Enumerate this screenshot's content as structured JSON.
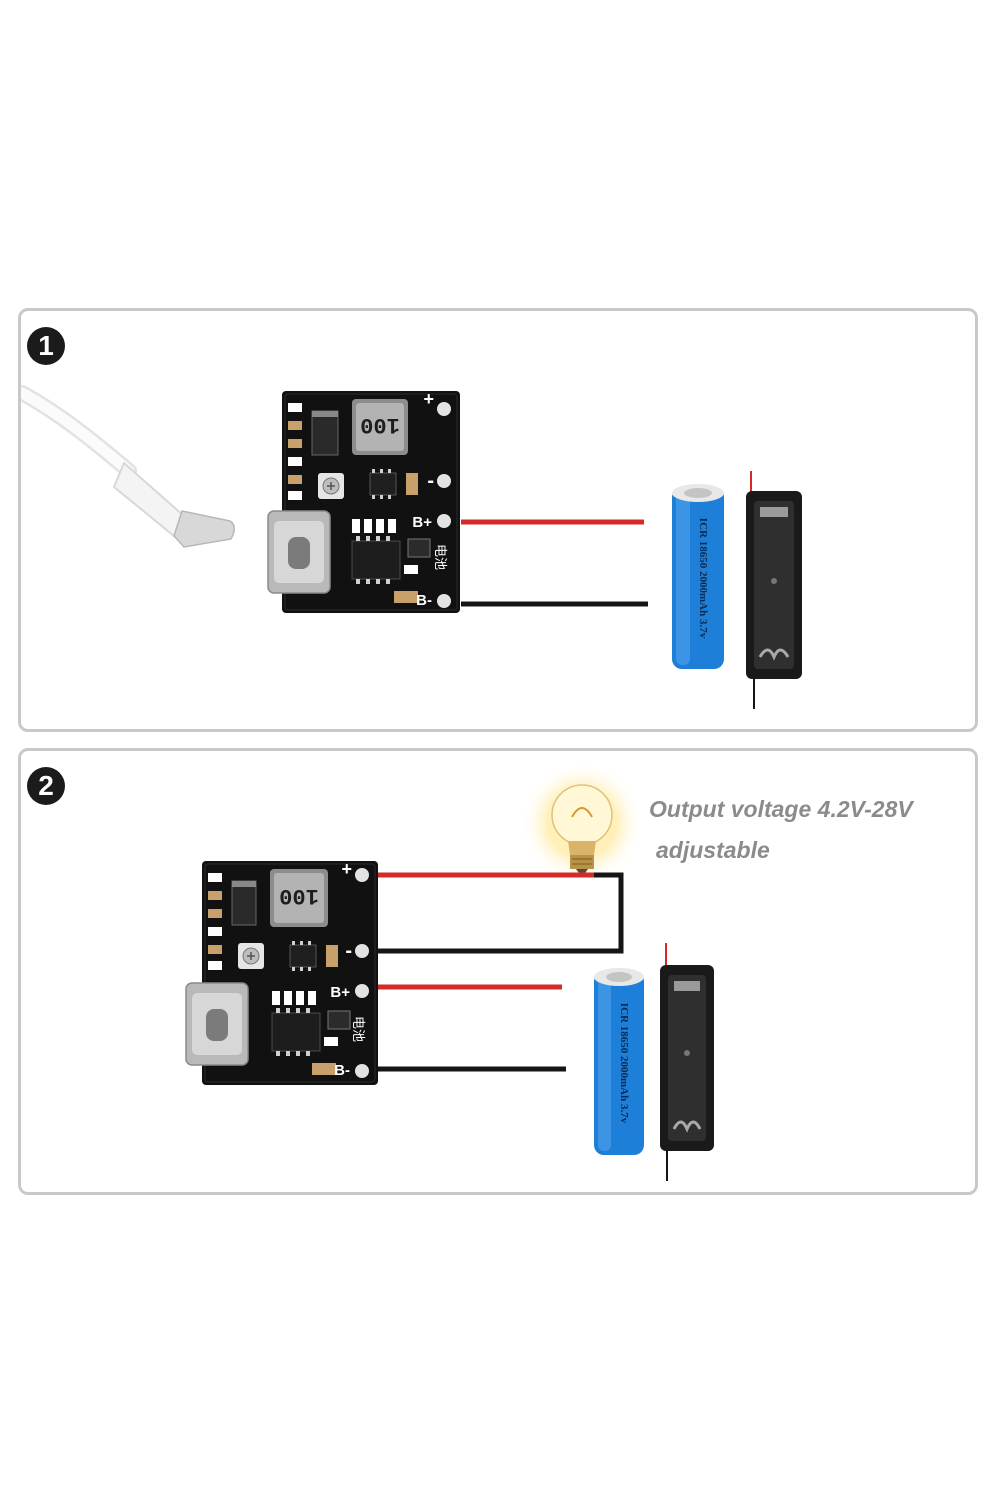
{
  "steps": [
    {
      "number": "1",
      "board": {
        "inductor_marking": "100",
        "pad_labels": [
          "+",
          "-",
          "B+",
          "B-"
        ],
        "silk_label": "电池"
      },
      "battery": {
        "label": "ICR 18650 2000mAh 3.7v"
      },
      "wire_colors": {
        "positive": "#d42a2a",
        "negative": "#151515"
      }
    },
    {
      "number": "2",
      "board": {
        "inductor_marking": "100",
        "pad_labels": [
          "+",
          "-",
          "B+",
          "B-"
        ],
        "silk_label": "电池"
      },
      "battery": {
        "label": "ICR 18650 2000mAh 3.7v"
      },
      "caption": {
        "line1": "Output voltage 4.2V-28V",
        "line2": "adjustable"
      },
      "wire_colors": {
        "positive": "#d42a2a",
        "negative": "#151515"
      }
    }
  ],
  "icons": [
    "usb-c-cable-icon",
    "boost-module-board-icon",
    "lithium-battery-icon",
    "battery-holder-icon",
    "light-bulb-icon"
  ],
  "colors": {
    "panel_border": "#c9c9c9",
    "pcb": "#111111",
    "battery_blue": "#1e7fd8",
    "caption_gray": "#8b8b8b"
  }
}
